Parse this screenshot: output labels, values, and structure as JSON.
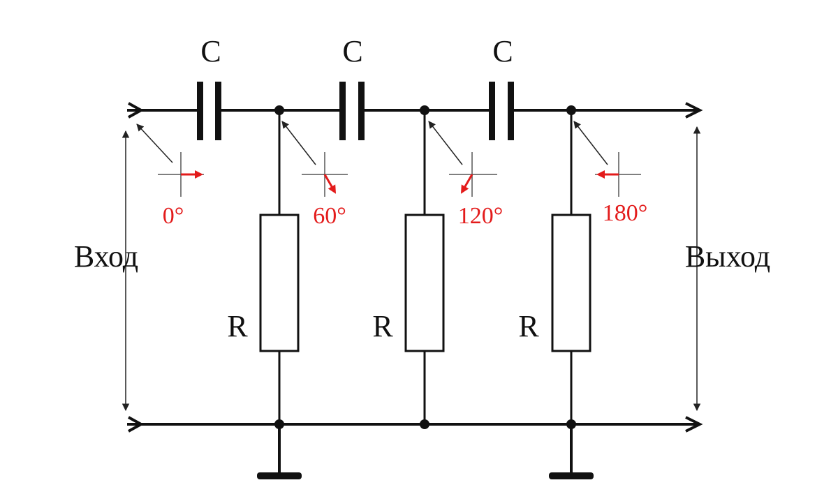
{
  "labels": {
    "capacitor": [
      "C",
      "C",
      "C"
    ],
    "resistor": [
      "R",
      "R",
      "R"
    ],
    "input": "Вход",
    "output": "Выход"
  },
  "phases": [
    {
      "label": "0°",
      "angle_deg": 0
    },
    {
      "label": "60°",
      "angle_deg": 60
    },
    {
      "label": "120°",
      "angle_deg": 120
    },
    {
      "label": "180°",
      "angle_deg": 180
    }
  ],
  "colors": {
    "wire": "#111111",
    "phase": "#e31b1b",
    "crosshair": "#555555"
  }
}
